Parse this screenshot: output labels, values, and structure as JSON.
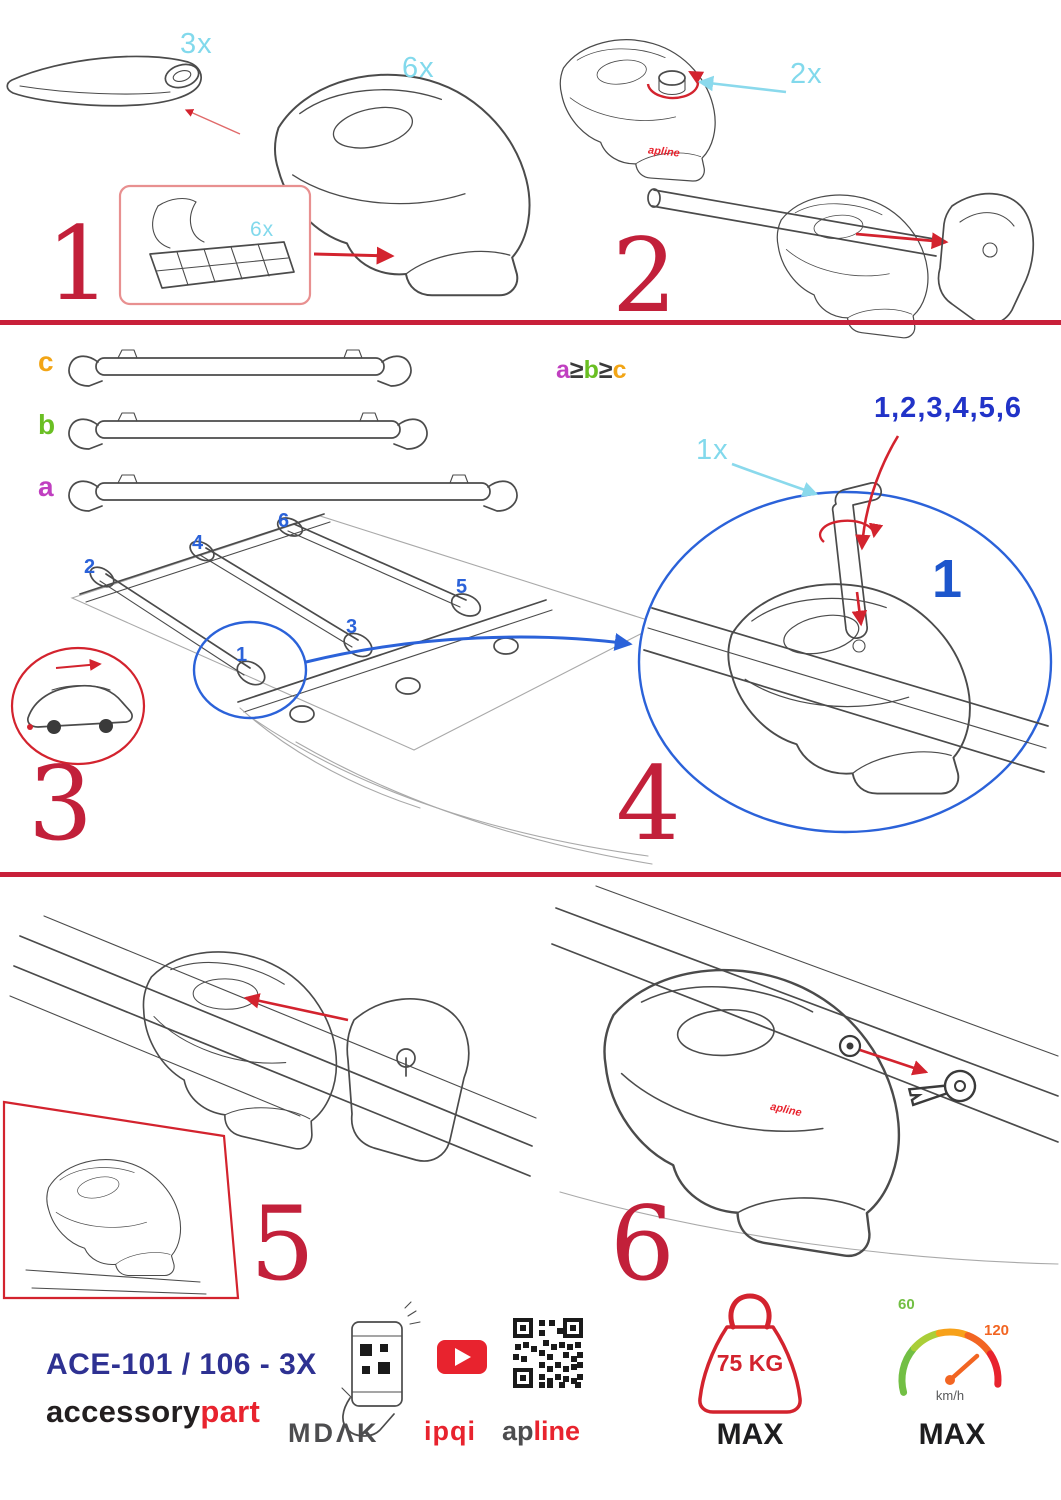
{
  "colors": {
    "red": "#c8203a",
    "cyan": "#82d9ec",
    "blue": "#2b62d9",
    "navy": "#2e3192",
    "orange": "#f2a516",
    "green": "#6abf23",
    "purple": "#c03fc0"
  },
  "step1": {
    "number": "1",
    "bar_qty": "3x",
    "foot_qty": "6x",
    "pad_qty": "6x"
  },
  "step2": {
    "number": "2",
    "knob_qty": "2x",
    "foot_brand": "apline"
  },
  "step3": {
    "number": "3",
    "bar_labels": [
      "c",
      "b",
      "a"
    ],
    "size_rule": {
      "a": "a",
      "ge1": "≥",
      "b": "b",
      "ge2": "≥",
      "c": "c"
    },
    "positions": [
      "1",
      "2",
      "3",
      "4",
      "5",
      "6"
    ]
  },
  "step4": {
    "number": "4",
    "tool_qty": "1x",
    "sequence": "1,2,3,4,5,6",
    "first": "1"
  },
  "step5": {
    "number": "5"
  },
  "step6": {
    "number": "6",
    "foot_brand": "apline"
  },
  "footer": {
    "model": "ACE-101 / 106 - 3X",
    "brand": {
      "accessory": "accessory",
      "part": "part"
    },
    "logos": {
      "mdak": "MDΛK",
      "ipqi": "ipqi",
      "apline_ap": "ap",
      "apline_line": "line"
    },
    "weight": {
      "value": "75 KG",
      "max": "MAX"
    },
    "speed": {
      "low": "60",
      "high": "120",
      "unit": "km/h",
      "max": "MAX"
    }
  }
}
